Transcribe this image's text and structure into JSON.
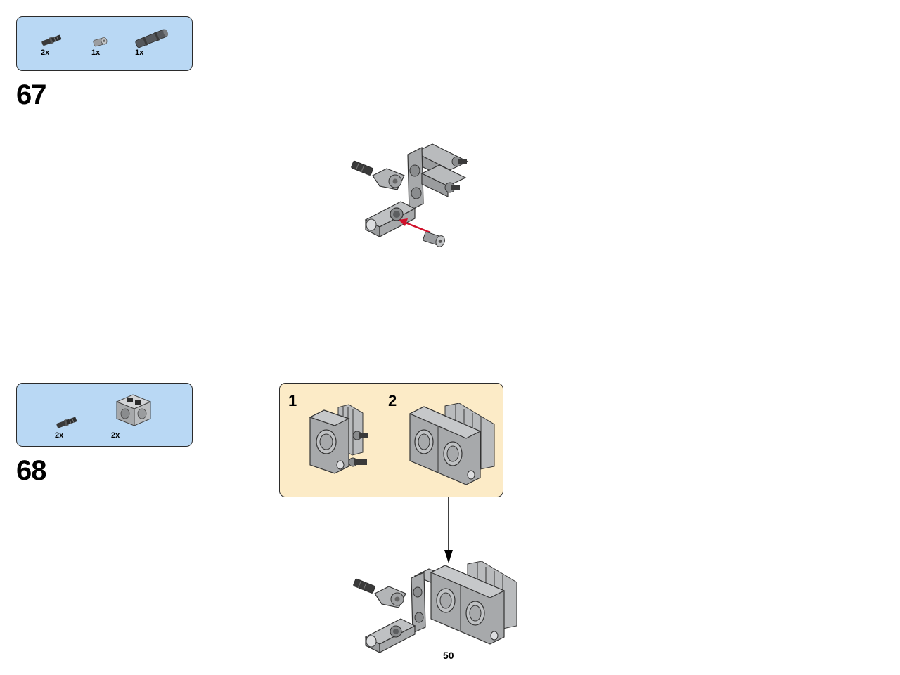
{
  "page_number": "50",
  "steps": [
    {
      "number": "67",
      "parts": [
        {
          "icon": "pin-with-axle-icon",
          "qty": "2x"
        },
        {
          "icon": "bushing-icon",
          "qty": "1x"
        },
        {
          "icon": "axle-connector-icon",
          "qty": "1x"
        }
      ]
    },
    {
      "number": "68",
      "parts": [
        {
          "icon": "pin-with-axle-icon",
          "qty": "2x"
        },
        {
          "icon": "engine-block-icon",
          "qty": "2x"
        }
      ],
      "subassembly": [
        {
          "number": "1"
        },
        {
          "number": "2"
        }
      ]
    }
  ],
  "colors": {
    "parts_box_bg": "#b9d8f4",
    "subassembly_bg": "#fcebc7",
    "arrow_red": "#d0102a",
    "part_gray": "#a7a9ab",
    "part_dark": "#3a3a3a"
  }
}
